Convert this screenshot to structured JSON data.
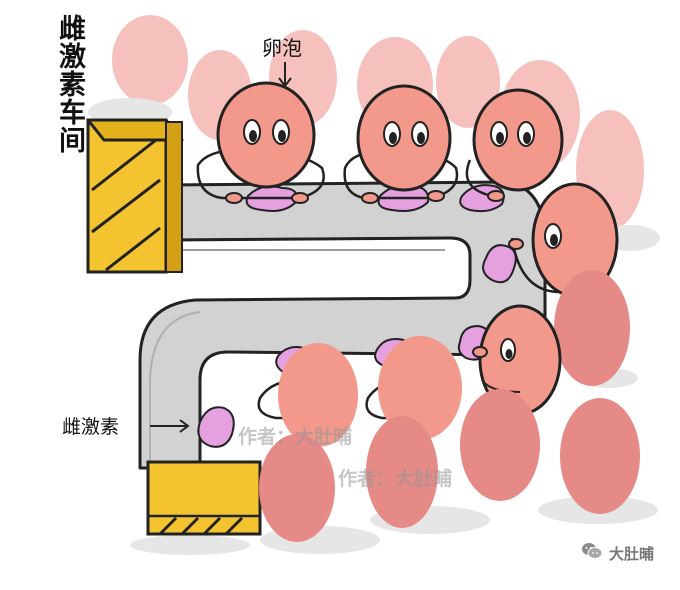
{
  "title": "雌激素车间",
  "labels": {
    "egg_bubble": "卵泡",
    "estrogen": "雌激素"
  },
  "watermarks": [
    "作者：大肚晡",
    "作者：大肚晡"
  ],
  "footer": {
    "icon": "wechat-icon",
    "author": "大肚晡"
  },
  "colors": {
    "follicle_pink": "#f2998b",
    "faded_pink": "#f6c1bd",
    "back_row_pink": "#e58a86",
    "estrogen_purple": "#e5a0e0",
    "box_yellow": "#f3c42f",
    "conveyor_gray": "#cfcfcf",
    "shadow_gray": "#e4e4e4"
  }
}
